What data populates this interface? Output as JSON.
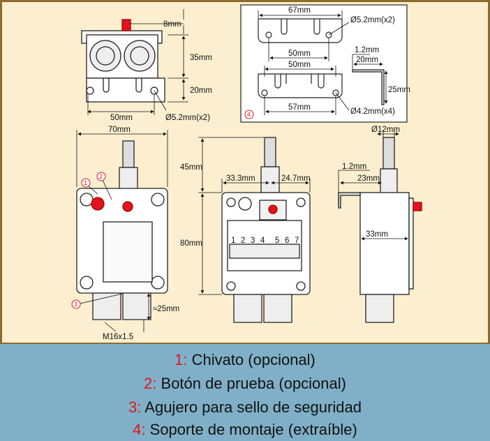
{
  "dimensions": {
    "top_view": {
      "d_8": "8mm",
      "d_35": "35mm",
      "d_20": "20mm",
      "d_50": "50mm",
      "d_hole": "Ø5.2mm(x2)"
    },
    "bracket_view": {
      "d_67": "67mm",
      "d_hole_top": "Ø5.2mm(x2)",
      "d_50a": "50mm",
      "d_50b": "50mm",
      "d_12": "1.2mm",
      "d_20": "20mm",
      "d_25": "25mm",
      "d_57": "57mm",
      "d_hole_bottom": "Ø4.2mm(x4)"
    },
    "front_view": {
      "d_70": "70mm",
      "d_25": "≈25mm",
      "d_thread": "M16x1.5"
    },
    "open_view": {
      "d_45": "45mm",
      "d_80": "80mm",
      "d_333": "33.3mm",
      "d_247": "24.7mm",
      "terminals": [
        "1",
        "2",
        "3",
        "4",
        "5",
        "6",
        "7"
      ]
    },
    "side_view": {
      "d_12": "Ø12mm",
      "d_thick": "1.2mm",
      "d_23": "23mm",
      "d_33": "33mm"
    }
  },
  "callouts": [
    "1",
    "2",
    "3",
    "4"
  ],
  "legend": {
    "items": [
      {
        "num": "1:",
        "text": " Chivato (opcional)"
      },
      {
        "num": "2:",
        "text": " Botón de prueba (opcional)"
      },
      {
        "num": "3:",
        "text": " Agujero para sello de seguridad"
      },
      {
        "num": "4:",
        "text": " Soporte de montaje (extraíble)"
      }
    ]
  },
  "colors": {
    "accent": "#e0141e",
    "background": "#fbefcf",
    "legend_bg": "#7fb0c8",
    "border": "#8a6d2e"
  }
}
